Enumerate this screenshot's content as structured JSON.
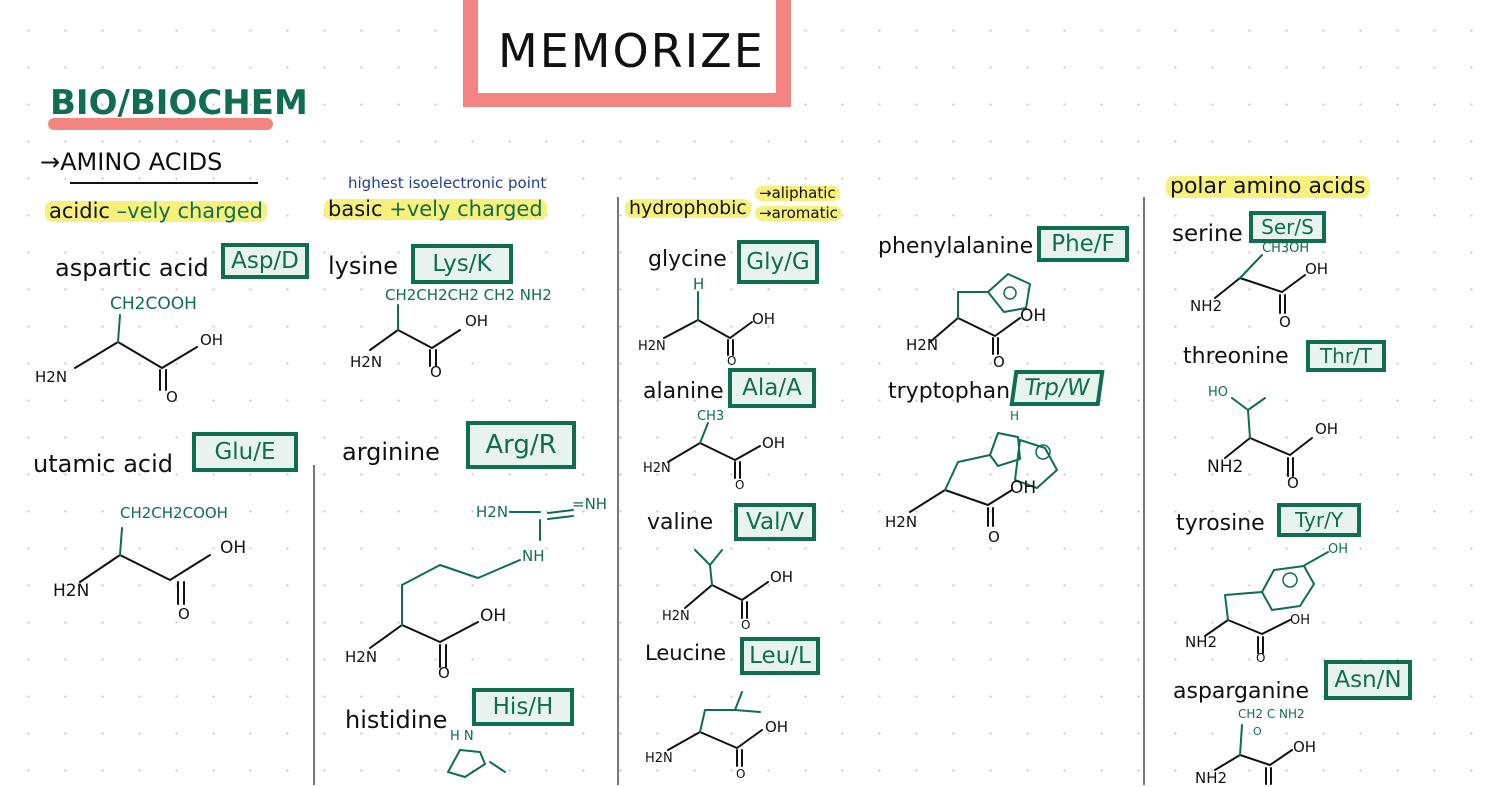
{
  "title": "MEMORIZE",
  "subject": "BIO/BIOCHEM",
  "section": "→AMINO ACIDS",
  "colors": {
    "green": "#0f6e50",
    "pink": "#f28482",
    "highlight": "#f7f07a",
    "blue": "#1c3f8f"
  },
  "groups": {
    "acidic": {
      "label": "acidic",
      "charge": "–vely charged"
    },
    "basic": {
      "note": "highest isoelectronic point",
      "label": "basic",
      "charge": "+vely charged"
    },
    "hydrophobic": {
      "label": "hydrophobic",
      "sub1": "→aliphatic",
      "sub2": "→aromatic"
    },
    "polar": {
      "label": "polar amino acids"
    }
  },
  "amino_acids": [
    {
      "name": "aspartic acid",
      "code": "Asp/D",
      "side": "CH2COOH",
      "amine": "H2N",
      "oh": "OH",
      "o": "O"
    },
    {
      "name": "utamic acid",
      "code": "Glu/E",
      "side": "CH2CH2COOH",
      "amine": "H2N",
      "oh": "OH",
      "o": "O"
    },
    {
      "name": "lysine",
      "code": "Lys/K",
      "side": "CH2CH2CH2 CH2 NH2",
      "amine": "H2N",
      "oh": "OH",
      "o": "O"
    },
    {
      "name": "arginine",
      "code": "Arg/R",
      "side": "H2N",
      "side2": "=NH",
      "side3": "NH",
      "amine": "H2N",
      "oh": "OH",
      "o": "O"
    },
    {
      "name": "histidine",
      "code": "His/H",
      "side": "H N"
    },
    {
      "name": "glycine",
      "code": "Gly/G",
      "side": "H",
      "amine": "H2N",
      "oh": "OH",
      "o": "O"
    },
    {
      "name": "alanine",
      "code": "Ala/A",
      "side": "CH3",
      "amine": "H2N",
      "oh": "OH",
      "o": "O"
    },
    {
      "name": "valine",
      "code": "Val/V",
      "amine": "H2N",
      "oh": "OH",
      "o": "O"
    },
    {
      "name": "Leucine",
      "code": "Leu/L",
      "amine": "H2N",
      "oh": "OH",
      "o": "O"
    },
    {
      "name": "phenylalanine",
      "code": "Phe/F",
      "amine": "H2N",
      "oh": "OH",
      "o": "O"
    },
    {
      "name": "tryptophan",
      "code": "Trp/W",
      "side": "H",
      "amine": "H2N",
      "oh": "OH",
      "o": "O"
    },
    {
      "name": "serine",
      "code": "Ser/S",
      "side": "CH3OH",
      "amine": "NH2",
      "oh": "OH",
      "o": "O"
    },
    {
      "name": "threonine",
      "code": "Thr/T",
      "side": "HO",
      "amine": "NH2",
      "oh": "OH",
      "o": "O"
    },
    {
      "name": "tyrosine",
      "code": "Tyr/Y",
      "side": "OH",
      "amine": "NH2",
      "oh": "OH",
      "o": "O"
    },
    {
      "name": "asparganine",
      "code": "Asn/N",
      "side": "CH2 C NH2",
      "side2": "O",
      "amine": "NH2",
      "oh": "OH"
    }
  ]
}
